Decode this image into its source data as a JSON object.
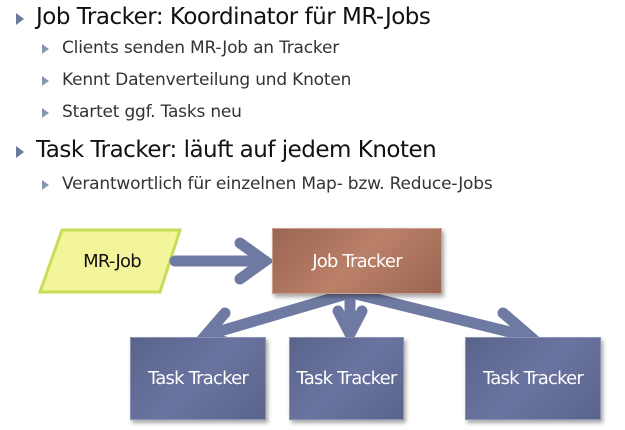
{
  "bullets": [
    {
      "text": "Job Tracker: Koordinator für MR-Jobs",
      "sub": [
        "Clients senden MR-Job an Tracker",
        "Kennt Datenverteilung und Knoten",
        "Startet ggf. Tasks neu"
      ]
    },
    {
      "text": "Task Tracker: läuft auf jedem Knoten",
      "sub": [
        "Verantwortlich für einzelnen Map- bzw. Reduce-Jobs"
      ]
    }
  ],
  "diagram": {
    "input": "MR-Job",
    "coordinator": "Job Tracker",
    "workers": [
      "Task Tracker",
      "Task Tracker",
      "Task Tracker"
    ],
    "colors": {
      "input": "#f3f59a",
      "coordinator": "#b07a64",
      "worker": "#636d98",
      "arrow": "#6f7aa3"
    }
  }
}
